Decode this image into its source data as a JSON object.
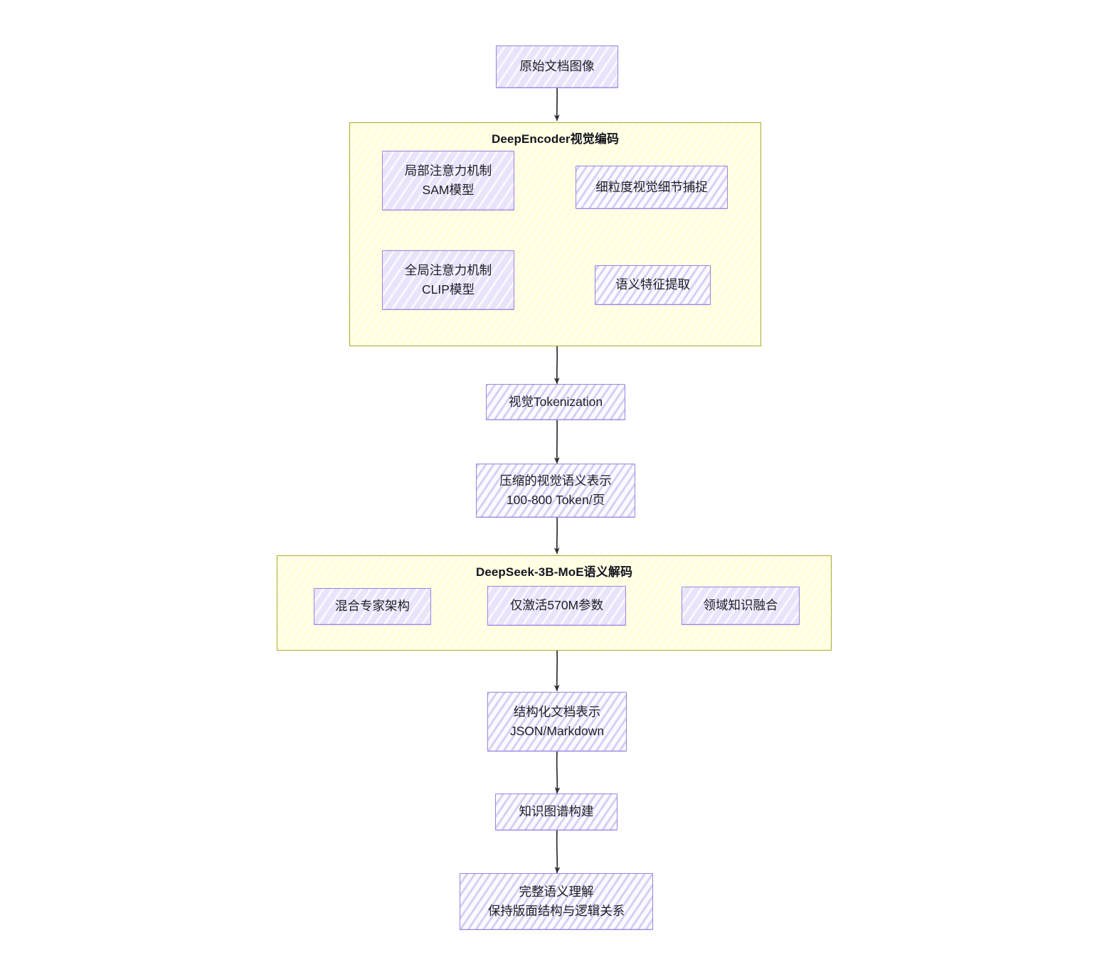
{
  "diagram": {
    "type": "flowchart",
    "direction": "top-to-bottom",
    "style": "hand-drawn-sketch",
    "colors": {
      "node_fill": "#e9e3fb",
      "node_stroke": "#9a84e0",
      "subgraph_fill": "#ffffdd",
      "subgraph_stroke": "#aaaa33",
      "edge_stroke": "#333333",
      "text": "#202027"
    }
  },
  "nodes": {
    "source_image": {
      "label": "原始文档图像"
    },
    "local_attention": {
      "label": "局部注意力机制\nSAM模型"
    },
    "fine_detail": {
      "label": "细粒度视觉细节捕捉"
    },
    "global_attention": {
      "label": "全局注意力机制\nCLIP模型"
    },
    "semantic_feature": {
      "label": "语义特征提取"
    },
    "tokenization": {
      "label": "视觉Tokenization"
    },
    "compressed": {
      "label": "压缩的视觉语义表示\n100-800 Token/页"
    },
    "moe_arch": {
      "label": "混合专家架构"
    },
    "activated_params": {
      "label": "仅激活570M参数"
    },
    "domain_fusion": {
      "label": "领域知识融合"
    },
    "structured_doc": {
      "label": "结构化文档表示\nJSON/Markdown"
    },
    "knowledge_graph": {
      "label": "知识图谱构建"
    },
    "final_output": {
      "label": "完整语义理解\n保持版面结构与逻辑关系"
    }
  },
  "subgraphs": {
    "encoder": {
      "title": "DeepEncoder视觉编码"
    },
    "decoder": {
      "title": "DeepSeek-3B-MoE语义解码"
    }
  },
  "edges": [
    {
      "from": "原始文档图像",
      "to": "DeepEncoder视觉编码"
    },
    {
      "from": "局部注意力机制 SAM模型",
      "to": "细粒度视觉细节捕捉"
    },
    {
      "from": "全局注意力机制 CLIP模型",
      "to": "语义特征提取"
    },
    {
      "from": "DeepEncoder视觉编码",
      "to": "视觉Tokenization"
    },
    {
      "from": "视觉Tokenization",
      "to": "压缩的视觉语义表示"
    },
    {
      "from": "压缩的视觉语义表示",
      "to": "DeepSeek-3B-MoE语义解码"
    },
    {
      "from": "混合专家架构",
      "to": "仅激活570M参数"
    },
    {
      "from": "仅激活570M参数",
      "to": "领域知识融合"
    },
    {
      "from": "DeepSeek-3B-MoE语义解码",
      "to": "结构化文档表示"
    },
    {
      "from": "结构化文档表示",
      "to": "知识图谱构建"
    },
    {
      "from": "知识图谱构建",
      "to": "完整语义理解"
    }
  ]
}
